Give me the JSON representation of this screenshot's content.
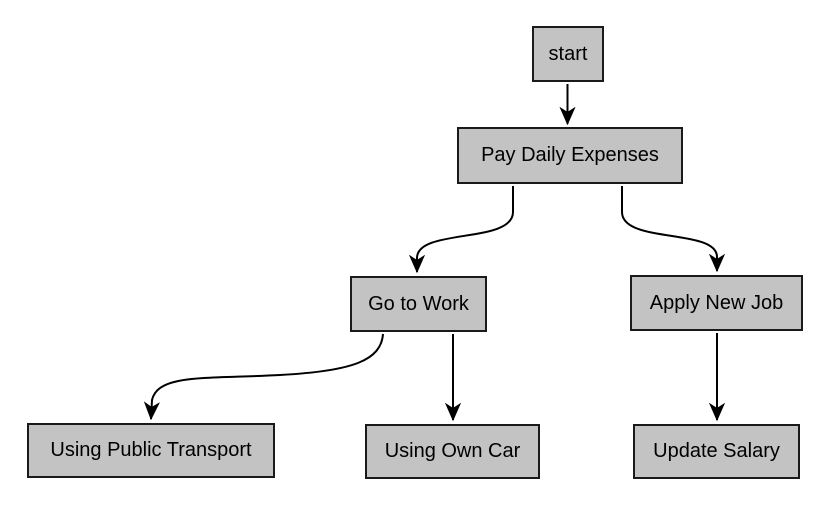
{
  "diagram": {
    "type": "flowchart",
    "background_color": "#ffffff",
    "node_fill_color": "#c3c3c3",
    "node_border_color": "#1a1a1a",
    "edge_color": "#000000",
    "nodes": [
      {
        "id": "start",
        "label": "start"
      },
      {
        "id": "pay-daily-expenses",
        "label": "Pay Daily Expenses"
      },
      {
        "id": "go-to-work",
        "label": "Go to Work"
      },
      {
        "id": "apply-new-job",
        "label": "Apply New Job"
      },
      {
        "id": "using-public-transport",
        "label": "Using Public Transport"
      },
      {
        "id": "using-own-car",
        "label": "Using Own Car"
      },
      {
        "id": "update-salary",
        "label": "Update Salary"
      }
    ],
    "edges": [
      {
        "from": "start",
        "to": "pay-daily-expenses"
      },
      {
        "from": "pay-daily-expenses",
        "to": "go-to-work"
      },
      {
        "from": "pay-daily-expenses",
        "to": "apply-new-job"
      },
      {
        "from": "go-to-work",
        "to": "using-public-transport"
      },
      {
        "from": "go-to-work",
        "to": "using-own-car"
      },
      {
        "from": "apply-new-job",
        "to": "update-salary"
      }
    ]
  }
}
